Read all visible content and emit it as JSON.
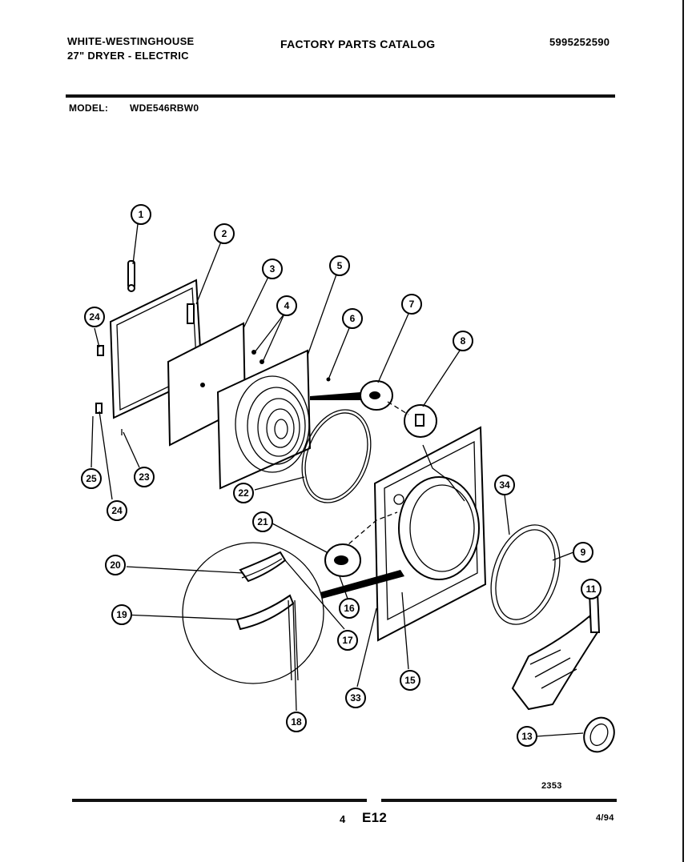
{
  "header": {
    "brand": "WHITE-WESTINGHOUSE",
    "product": "27\" DRYER - ELECTRIC",
    "catalog_title": "FACTORY PARTS CATALOG",
    "catalog_number": "5995252590",
    "model_label": "MODEL:",
    "model_value": "WDE546RBW0"
  },
  "diagram": {
    "callouts": [
      "1",
      "2",
      "3",
      "4",
      "5",
      "6",
      "7",
      "8",
      "24",
      "25",
      "23",
      "24",
      "22",
      "21",
      "20",
      "19",
      "16",
      "17",
      "18",
      "33",
      "15",
      "34",
      "9",
      "11",
      "13"
    ],
    "drawing_number": "2353"
  },
  "footer": {
    "page": "4",
    "section": "E12",
    "date": "4/94"
  }
}
